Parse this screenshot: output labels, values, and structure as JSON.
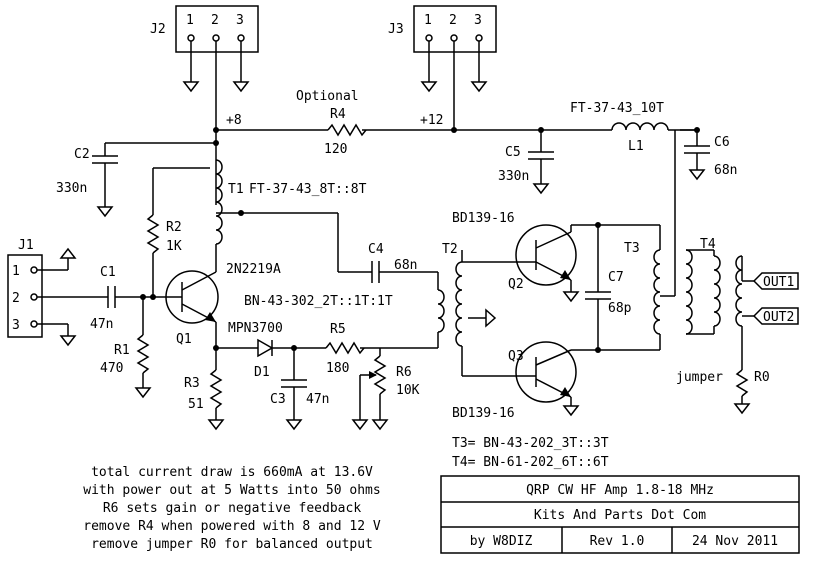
{
  "connectors": {
    "j2": {
      "name": "J2",
      "pins": [
        "1",
        "2",
        "3"
      ]
    },
    "j3": {
      "name": "J3",
      "pins": [
        "1",
        "2",
        "3"
      ]
    },
    "j1": {
      "name": "J1",
      "pins": [
        "1",
        "2",
        "3"
      ]
    }
  },
  "rails": {
    "plus8": "+8",
    "plus12": "+12"
  },
  "components": {
    "r4_note": "Optional",
    "r4": {
      "ref": "R4",
      "value": "120"
    },
    "c2": {
      "ref": "C2",
      "value": "330n"
    },
    "c5": {
      "ref": "C5",
      "value": "330n"
    },
    "c6": {
      "ref": "C6",
      "value": "68n"
    },
    "l1": {
      "ref": "L1",
      "value": "FT-37-43_10T"
    },
    "t1": {
      "ref": "T1",
      "value": "FT-37-43_8T::8T"
    },
    "r2": {
      "ref": "R2",
      "value": "1K"
    },
    "q1": {
      "ref": "Q1",
      "value": "2N2219A"
    },
    "c1": {
      "ref": "C1",
      "value": "47n"
    },
    "r1": {
      "ref": "R1",
      "value": "470"
    },
    "r3": {
      "ref": "R3",
      "value": "51"
    },
    "d1": {
      "ref": "D1",
      "value": "MPN3700"
    },
    "c3": {
      "ref": "C3",
      "value": "47n"
    },
    "r5": {
      "ref": "R5",
      "value": "180"
    },
    "r6": {
      "ref": "R6",
      "value": "10K"
    },
    "c4": {
      "ref": "C4",
      "value": "68n"
    },
    "t2": {
      "ref": "T2",
      "value": "BN-43-302_2T::1T:1T"
    },
    "q2": {
      "ref": "Q2",
      "value": "BD139-16"
    },
    "q3": {
      "ref": "Q3",
      "value": "BD139-16"
    },
    "c7": {
      "ref": "C7",
      "value": "68p"
    },
    "t3": {
      "ref": "T3"
    },
    "t4": {
      "ref": "T4"
    },
    "r0": {
      "ref": "R0",
      "value": "jumper"
    }
  },
  "outputs": [
    "OUT1",
    "OUT2"
  ],
  "transformer_notes": [
    "T3= BN-43-202_3T::3T",
    "T4= BN-61-202_6T::6T"
  ],
  "notes": [
    "total current draw is 660mA at 13.6V",
    "with power out at 5 Watts into 50 ohms",
    "R6 sets gain or negative feedback",
    "remove R4 when powered with 8 and 12 V",
    "remove jumper R0 for balanced output"
  ],
  "title_block": {
    "title": "QRP CW HF Amp 1.8-18 MHz",
    "company": "Kits And Parts Dot Com",
    "author": "by W8DIZ",
    "revision": "Rev 1.0",
    "date": "24 Nov 2011"
  }
}
